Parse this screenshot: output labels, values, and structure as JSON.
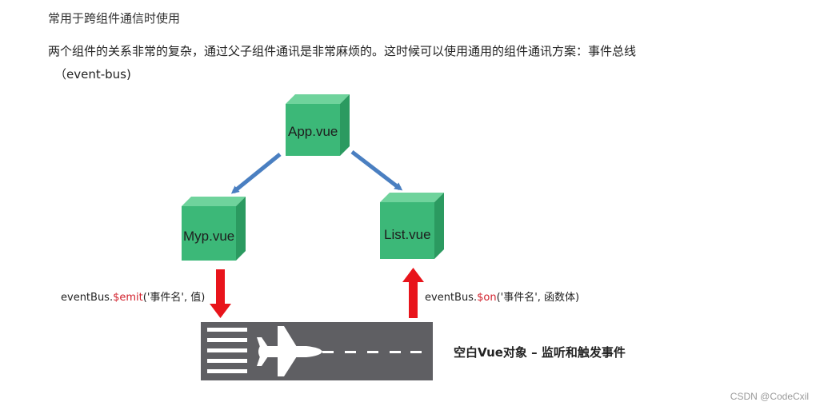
{
  "heading": "常用于跨组件通信时使用",
  "paragraph": {
    "line1": "两个组件的关系非常的复杂，通过父子组件通讯是非常麻烦的。这时候可以使用通用的组件通讯方案：事件总线",
    "line2": "（event-bus)"
  },
  "diagram": {
    "nodes": {
      "app": "App.vue",
      "myp": "Myp.vue",
      "list": "List.vue"
    },
    "emit": {
      "prefix": "eventBus.",
      "method": "$emit",
      "args": "('事件名', 值)"
    },
    "on": {
      "prefix": "eventBus.",
      "method": "$on",
      "args": "('事件名', 函数体)"
    },
    "runway_caption": "空白Vue对象 – 监听和触发事件",
    "colors": {
      "cube_front": "#3cb878",
      "cube_top": "#6fd39c",
      "cube_side": "#2b9a60",
      "blue_arrow": "#4a7fc1",
      "red_arrow": "#e8141b",
      "runway": "#5f5f63"
    }
  },
  "watermark": "CSDN @CodeCxil"
}
